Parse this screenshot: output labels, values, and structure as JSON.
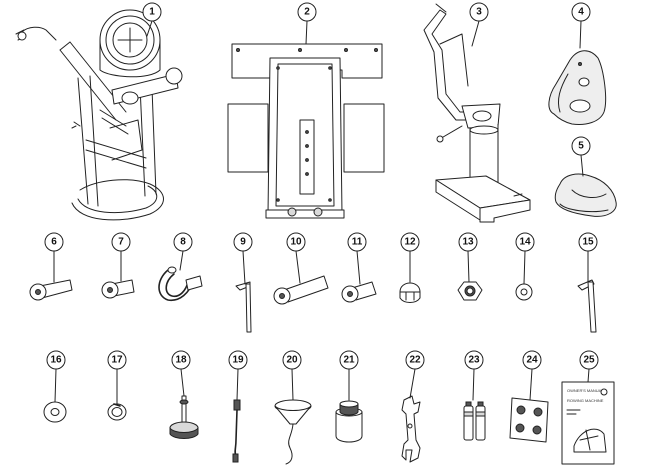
{
  "parts": [
    {
      "number": "1",
      "icon": "rower-frame-flywheel-icon"
    },
    {
      "number": "2",
      "icon": "monorail-plate-icon"
    },
    {
      "number": "3",
      "icon": "rear-stand-icon"
    },
    {
      "number": "4",
      "icon": "footrest-plate-icon"
    },
    {
      "number": "5",
      "icon": "seat-icon"
    },
    {
      "number": "6",
      "icon": "long-bolt-icon"
    },
    {
      "number": "7",
      "icon": "short-bolt-icon"
    },
    {
      "number": "8",
      "icon": "hook-icon"
    },
    {
      "number": "9",
      "icon": "allen-key-icon"
    },
    {
      "number": "10",
      "icon": "long-bolt-icon"
    },
    {
      "number": "11",
      "icon": "short-bolt-icon"
    },
    {
      "number": "12",
      "icon": "cap-nut-icon"
    },
    {
      "number": "13",
      "icon": "lock-nut-icon"
    },
    {
      "number": "14",
      "icon": "small-washer-icon"
    },
    {
      "number": "15",
      "icon": "allen-key-icon"
    },
    {
      "number": "16",
      "icon": "large-washer-icon"
    },
    {
      "number": "17",
      "icon": "spring-washer-icon"
    },
    {
      "number": "18",
      "icon": "leveling-foot-icon"
    },
    {
      "number": "19",
      "icon": "sensor-cable-icon"
    },
    {
      "number": "20",
      "icon": "funnel-icon"
    },
    {
      "number": "21",
      "icon": "water-purification-tablet-icon"
    },
    {
      "number": "22",
      "icon": "wrench-icon"
    },
    {
      "number": "23",
      "icon": "batteries-icon"
    },
    {
      "number": "24",
      "icon": "bumper-pads-icon"
    },
    {
      "number": "25",
      "icon": "user-manual-icon"
    }
  ],
  "manual_cover_text": [
    "OWNER'S MANUAL",
    "ROWING MACHINE"
  ]
}
